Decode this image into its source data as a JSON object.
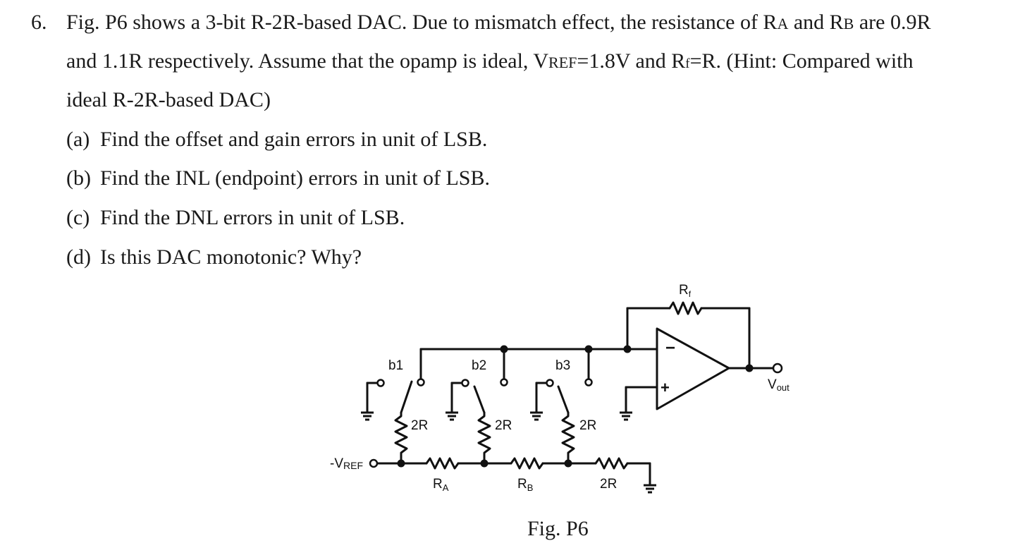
{
  "problem": {
    "number": "6.",
    "line1": {
      "a": "Fig. P6 shows a 3-bit R-2R-based DAC. Due to mismatch effect, the resistance of R",
      "sub_a": "A",
      "b": " and R",
      "sub_b": "B",
      "c": " are 0.9R"
    },
    "line2": {
      "a": "and 1.1R respectively. Assume that the opamp is ideal, V",
      "sub_ref": "REF",
      "b": "=1.8V and R",
      "sub_f": "f",
      "c": "=R. (Hint: Compared with"
    },
    "line3": "ideal R-2R-based DAC)"
  },
  "questions": [
    {
      "label": "(a)",
      "text": "Find the offset and gain errors in unit of LSB."
    },
    {
      "label": "(b)",
      "text": "Find the INL (endpoint) errors in unit of LSB."
    },
    {
      "label": "(c)",
      "text": "Find the DNL errors in unit of LSB."
    },
    {
      "label": "(d)",
      "text": "Is this DAC monotonic? Why?"
    }
  ],
  "figure": {
    "caption": "Fig. P6",
    "labels": {
      "rf": "R",
      "rf_sub": "f",
      "b1": "b1",
      "b2": "b2",
      "b3": "b3",
      "r2_1": "2R",
      "r2_2": "2R",
      "r2_3": "2R",
      "ra": "R",
      "ra_sub": "A",
      "rb": "R",
      "rb_sub": "B",
      "r2_term": "2R",
      "vref": "-V",
      "vref_sub": "REF",
      "vout": "V",
      "vout_sub": "out",
      "minus": "−",
      "plus": "+"
    }
  }
}
